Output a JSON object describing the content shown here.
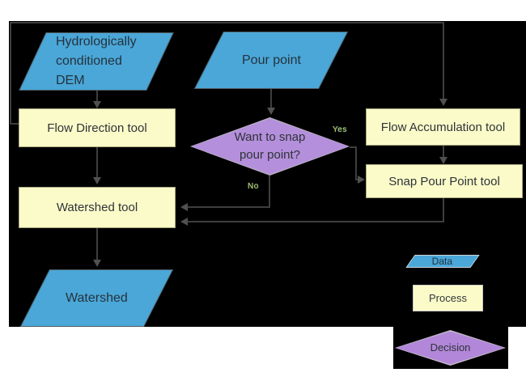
{
  "diagram": {
    "nodes": {
      "dem": "Hydrologically\nconditioned\nDEM",
      "pour_point": "Pour point",
      "flow_direction": "Flow Direction tool",
      "flow_accumulation": "Flow Accumulation tool",
      "snap_pour_point": "Snap Pour Point tool",
      "decision": "Want to snap\npour point?",
      "watershed_tool": "Watershed tool",
      "watershed": "Watershed"
    },
    "edge_labels": {
      "yes": "Yes",
      "no": "No"
    },
    "legend": {
      "data": "Data",
      "process": "Process",
      "decision": "Decision"
    },
    "colors": {
      "background": "#000000",
      "data_fill": "#4aa7d8",
      "process_fill": "#fbfbc9",
      "decision_fill": "#b48fdb",
      "connector": "#3e3e3e",
      "node_text": "#2e3338",
      "edge_label_text": "#c9c93a"
    }
  }
}
